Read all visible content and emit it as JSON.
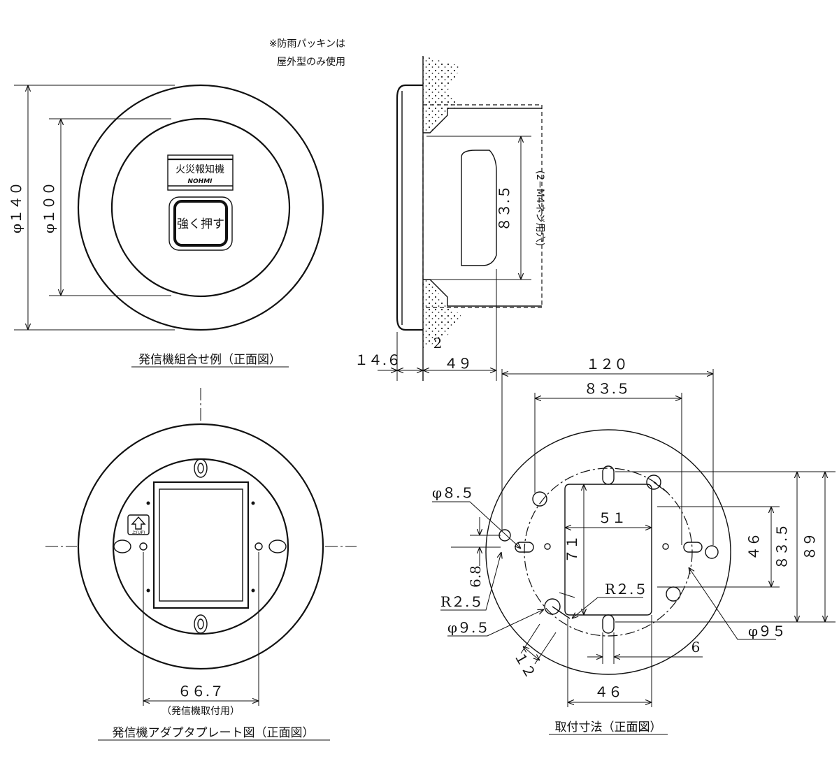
{
  "note": {
    "line1": "※防雨パッキンは",
    "line2": "屋外型のみ使用"
  },
  "front_view": {
    "caption": "発信機組合せ例（正面図）",
    "dim_outer": "φ１４０",
    "dim_inner": "φ１００",
    "plate_label": "火災報知機",
    "plate_brand": "NOHMI",
    "button_label": "強く押す"
  },
  "side_view": {
    "dim_depth_body": "１４.６",
    "dim_gap": "2",
    "dim_depth_box": "４９",
    "dim_hole_pitch": "８３.５",
    "hole_note": "(2−M4ネジ用穴)"
  },
  "adapter_view": {
    "caption": "発信機アダプタプレート図（正面図）",
    "up_mark": "上(UP)",
    "dim_pitch": "６６.７",
    "dim_note": "（発信機取付用）"
  },
  "mount_view": {
    "caption": "取付寸法（正面図）",
    "dim_120": "１２０",
    "dim_835_top": "８３.５",
    "dim_51": "５１",
    "dim_71": "７１",
    "dim_46_right": "４６",
    "dim_835_right": "８３.５",
    "dim_89": "８９",
    "dim_46_bottom": "４６",
    "dim_6": "6",
    "dim_phi85": "φ８.５",
    "dim_68": "6.8",
    "dim_r25_left": "R２.５",
    "dim_phi95": "φ９.５",
    "dim_r25_center": "R２.５",
    "dim_12": "１２",
    "dim_phi95_circle": "φ９５"
  }
}
